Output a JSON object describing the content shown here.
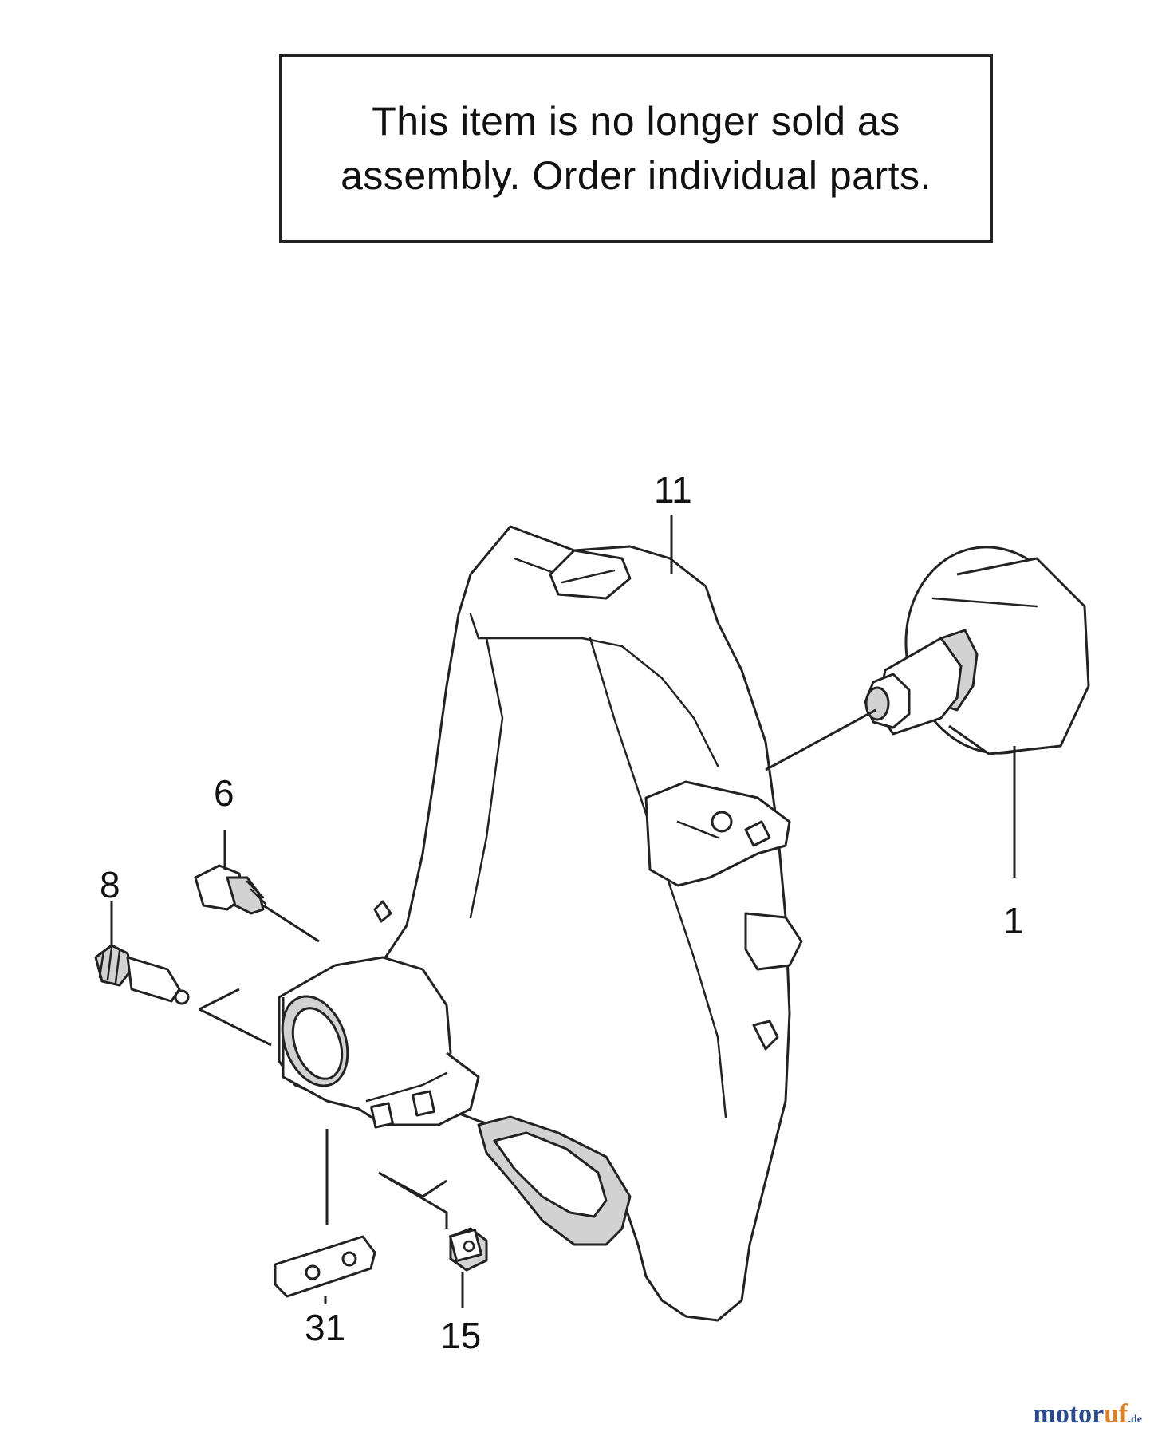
{
  "notice": {
    "line1": "This item is no longer sold as",
    "line2": "assembly. Order individual parts."
  },
  "callouts": {
    "housing": "11",
    "clutch_drum": "1",
    "bolt": "6",
    "screw": "8",
    "plate": "31",
    "nut": "15"
  },
  "watermark": {
    "main_prefix": "motor",
    "accent": "uf",
    "suffix": ".de"
  },
  "colors": {
    "line": "#222222",
    "shade": "#d2d2d2",
    "watermark": "#2b4a8a",
    "watermark_accent": "#d9822b"
  }
}
